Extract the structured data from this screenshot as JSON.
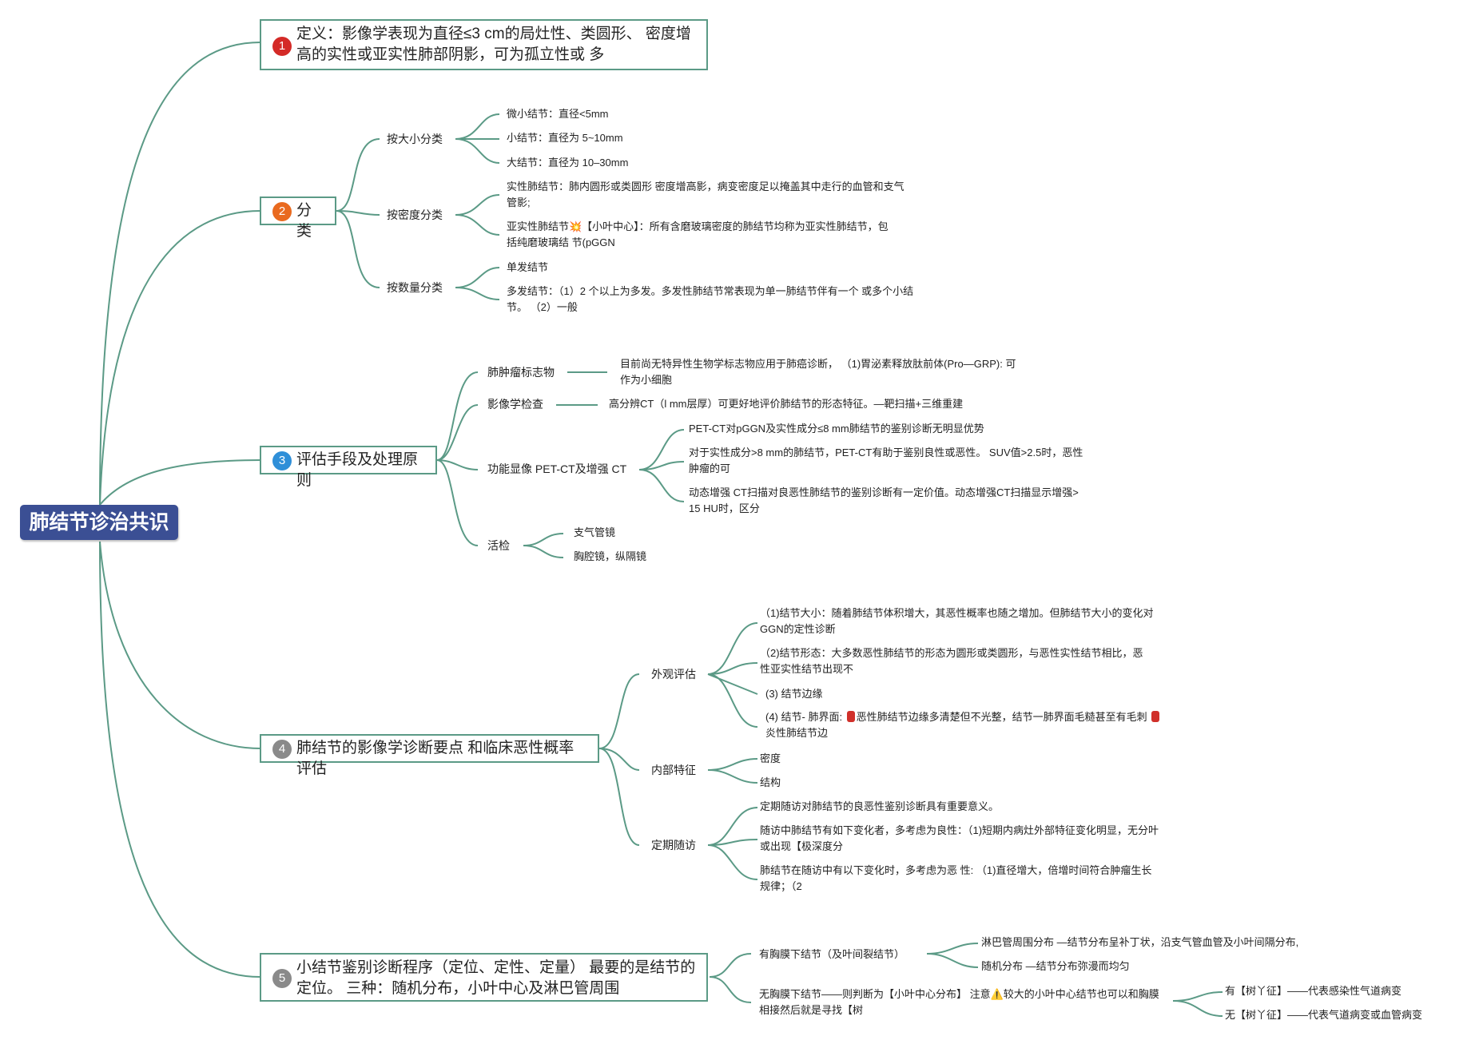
{
  "root": "肺结节诊治共识",
  "colors": {
    "link": "#5b9a86",
    "root_bg": "#3b4f94",
    "n1": "#d42a27",
    "n2": "#e96a1f",
    "n3": "#2f8fd8",
    "n4": "#8a8a8a",
    "n5": "#8a8a8a"
  },
  "topics": [
    {
      "num": "1",
      "label": "定义：影像学表现为直径≤3 cm的局灶性、类圆形、 密度增高的实性或亚实性肺部阴影，可为孤立性或 多"
    },
    {
      "num": "2",
      "label": "分类"
    },
    {
      "num": "3",
      "label": "评估手段及处理原则"
    },
    {
      "num": "4",
      "label": "肺结节的影像学诊断要点 和临床恶性概率评估"
    },
    {
      "num": "5",
      "label": "小结节鉴别诊断程序（定位、定性、定量） 最要的是结节的定位。 三种：随机分布，小叶中心及淋巴管周围"
    }
  ],
  "t2": {
    "size": {
      "label": "按大小分类",
      "items": [
        "微小结节：直径<5mm",
        "小结节：直径为 5~10mm",
        "大结节：直径为 10–30mm"
      ]
    },
    "density": {
      "label": "按密度分类",
      "items": [
        "实性肺结节：肺内圆形或类圆形 密度增高影，病变密度足以掩盖其中走行的血管和支气管影;",
        "亚实性肺结节💥【小叶中心】：所有含磨玻璃密度的肺结节均称为亚实性肺结节，包括纯磨玻璃结 节(pGGN"
      ]
    },
    "count": {
      "label": "按数量分类",
      "items": [
        "单发结节",
        "多发结节：（1）2 个以上为多发。多发性肺结节常表现为单一肺结节伴有一个 或多个小结节。 （2）一般"
      ]
    }
  },
  "t3": {
    "marker": {
      "label": "肺肿瘤标志物",
      "text": "目前尚无特异性生物学标志物应用于肺癌诊断， （1)胃泌素释放肽前体(Pro—GRP): 可作为小细胞"
    },
    "imaging": {
      "label": "影像学检查",
      "text": "高分辨CT（l mm层厚）可更好地评价肺结节的形态特征。—靶扫描+三维重建"
    },
    "pet": {
      "label": "功能显像 PET-CT及增强 CT",
      "items": [
        "PET-CT对pGGN及实性成分≤8 mm肺结节的鉴别诊断无明显优势",
        "对于实性成分>8 mm的肺结节，PET-CT有助于鉴别良性或恶性。 SUV值>2.5时，恶性肿瘤的可",
        "动态增强 CT扫描对良恶性肺结节的鉴别诊断有一定价值。动态增强CT扫描显示增强> 15 HU时，区分"
      ]
    },
    "biopsy": {
      "label": "活检",
      "items": [
        "支气管镜",
        "胸腔镜，纵隔镜"
      ]
    }
  },
  "t4": {
    "appearance": {
      "label": "外观评估",
      "items": [
        "（1)结节大小：随着肺结节体积增大，其恶性概率也随之增加。但肺结节大小的变化对GGN的定性诊断",
        "（2)结节形态：大多数恶性肺结节的形态为圆形或类圆形，与恶性实性结节相比，恶性亚实性结节出现不",
        "(3) 结节边缘"
      ],
      "edge_a": "(4) 结节- 肺界面: ",
      "edge_b": "恶性肺结节边缘多清楚但不光整，结节一肺界面毛糙甚至有毛刺 ",
      "edge_c": "炎性肺结节边"
    },
    "internal": {
      "label": "内部特征",
      "items": [
        "密度",
        "结构"
      ]
    },
    "followup": {
      "label": "定期随访",
      "items": [
        "定期随访对肺结节的良恶性鉴别诊断具有重要意义。",
        "随访中肺结节有如下变化者，多考虑为良性：（1)短期内病灶外部特征变化明显，无分叶或出现【极深度分",
        "肺结节在随访中有以下变化时，多考虑为恶 性: （1)直径增大，倍增时间符合肿瘤生长规律；（2"
      ]
    }
  },
  "t5": {
    "pleural": {
      "label": "有胸膜下结节（及叶间裂结节）",
      "items": [
        "淋巴管周围分布 —结节分布呈补丁状，沿支气管血管及小叶间隔分布,",
        "随机分布 —结节分布弥漫而均匀"
      ]
    },
    "nopleural": {
      "label": "无胸膜下结节——则判断为【小叶中心分布】 注意⚠️较大的小叶中心结节也可以和胸膜相接然后就是寻找【树",
      "items": [
        "有【树丫征】——代表感染性气道病变",
        "无【树丫征】——代表气道病变或血管病变"
      ]
    }
  }
}
